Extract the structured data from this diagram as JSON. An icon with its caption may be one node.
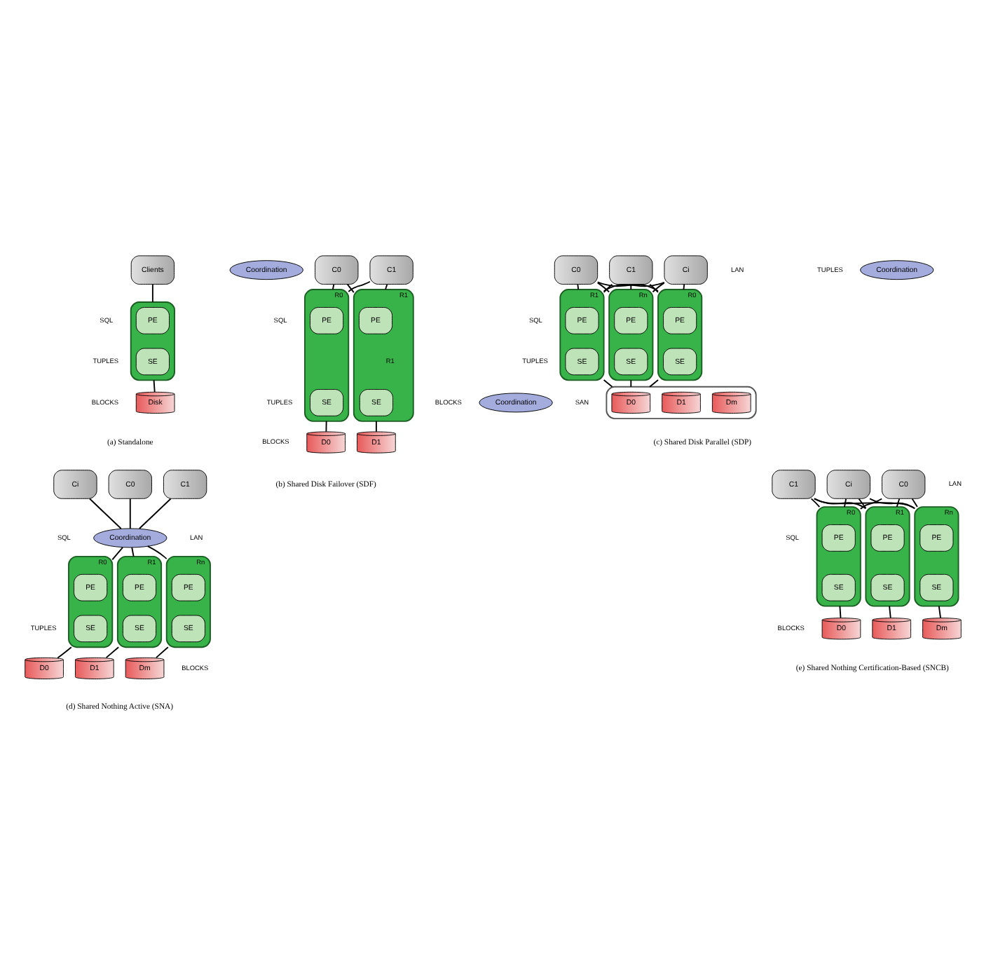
{
  "diagram": {
    "nodes": [
      {
        "text": [
          "Clients"
        ]
      },
      {
        "text": [],
        "shape": "box"
      },
      {
        "text": [
          "PE"
        ],
        "in": 1
      },
      {
        "text": [
          "SE"
        ],
        "in": 1
      },
      {
        "text": [
          "Disk"
        ]
      },
      {
        "text": [
          "C0"
        ]
      },
      {
        "text": [
          "C1"
        ]
      },
      {
        "text": [
          "R0"
        ]
      },
      {
        "text": [
          "PE"
        ],
        "in": 7
      },
      {
        "text": [
          "SE"
        ],
        "in": 7
      },
      {
        "text": [
          "R1"
        ]
      },
      {
        "text": [
          "PE"
        ],
        "in": 10
      },
      {
        "text": [
          "SE"
        ],
        "in": 10
      },
      {
        "text": [
          "Coordination"
        ]
      },
      {
        "text": [
          "D0"
        ]
      },
      {
        "text": [
          "D1"
        ]
      },
      {
        "text": [
          "C0"
        ]
      },
      {
        "text": [
          "C1"
        ]
      },
      {
        "text": [
          "Ci"
        ]
      },
      {
        "text": [
          "R0"
        ]
      },
      {
        "text": [
          "PE"
        ],
        "in": 19
      },
      {
        "text": [
          "SE"
        ],
        "in": 19
      },
      {
        "text": [
          "R1"
        ]
      },
      {
        "text": [
          "PE"
        ],
        "in": 22
      },
      {
        "text": [
          "SE"
        ],
        "in": 22
      },
      {
        "text": [
          "Rn"
        ]
      },
      {
        "text": [
          "PE"
        ],
        "in": 25
      },
      {
        "text": [
          "SE"
        ],
        "in": 25
      },
      {
        "text": [
          "Coordination"
        ]
      },
      {
        "text": [],
        "shape": "box"
      },
      {
        "text": [
          "D0"
        ],
        "in": 29
      },
      {
        "text": [
          "D1"
        ],
        "in": 29
      },
      {
        "text": [
          "Dm"
        ],
        "in": 29
      },
      {
        "text": [
          "C0"
        ]
      },
      {
        "text": [
          "C1"
        ]
      },
      {
        "text": [
          "Ci"
        ]
      },
      {
        "text": [
          "Coordination"
        ]
      },
      {
        "text": [
          "R0"
        ]
      },
      {
        "text": [
          "PE"
        ],
        "in": 37
      },
      {
        "text": [
          "SE"
        ],
        "in": 37
      },
      {
        "text": [
          "R1"
        ]
      },
      {
        "text": [
          "PE"
        ],
        "in": 40
      },
      {
        "text": [
          "SE"
        ],
        "in": 40
      },
      {
        "text": [
          "Rn"
        ]
      },
      {
        "text": [
          "PE"
        ],
        "in": 43
      },
      {
        "text": [
          "SE"
        ],
        "in": 43
      },
      {
        "text": [
          "D0"
        ]
      },
      {
        "text": [
          "D1"
        ]
      },
      {
        "text": [
          "Dm"
        ]
      },
      {
        "text": [
          "C0"
        ]
      },
      {
        "text": [
          "C1"
        ]
      },
      {
        "text": [
          "Ci"
        ]
      },
      {
        "text": [
          "R0"
        ]
      },
      {
        "text": [
          "PE"
        ],
        "in": 52
      },
      {
        "text": [
          "SE"
        ],
        "in": 52
      },
      {
        "text": [
          "R1"
        ]
      },
      {
        "text": [
          "PE"
        ],
        "in": 55
      },
      {
        "text": [
          "SE"
        ],
        "in": 55
      },
      {
        "text": [
          "Rn"
        ]
      },
      {
        "text": [
          "PE"
        ],
        "in": 58
      },
      {
        "text": [
          "SE"
        ],
        "in": 58
      },
      {
        "text": [
          "Coordination"
        ]
      },
      {
        "text": [
          "D0"
        ]
      },
      {
        "text": [
          "D1"
        ]
      },
      {
        "text": [
          "Dm"
        ]
      }
    ],
    "edges": [
      {
        "from": 0,
        "to": 1,
        "arrow": "none"
      },
      {
        "from": 1,
        "to": 4,
        "arrow": "none"
      },
      {
        "from": 5,
        "to": 7,
        "arrow": "none"
      },
      {
        "from": 5,
        "to": 10,
        "arrow": "none"
      },
      {
        "from": 6,
        "to": 7,
        "arrow": "none"
      },
      {
        "from": 6,
        "to": 10,
        "arrow": "none"
      },
      {
        "from": 7,
        "to": 14,
        "arrow": "none"
      },
      {
        "from": 10,
        "to": 15,
        "arrow": "none"
      },
      {
        "from": 16,
        "to": 19,
        "arrow": "none"
      },
      {
        "from": 16,
        "to": 22,
        "arrow": "none"
      },
      {
        "from": 16,
        "to": 25,
        "arrow": "none"
      },
      {
        "from": 17,
        "to": 19,
        "arrow": "none"
      },
      {
        "from": 17,
        "to": 22,
        "arrow": "none"
      },
      {
        "from": 17,
        "to": 25,
        "arrow": "none"
      },
      {
        "from": 18,
        "to": 19,
        "arrow": "none"
      },
      {
        "from": 18,
        "to": 22,
        "arrow": "none"
      },
      {
        "from": 18,
        "to": 25,
        "arrow": "none"
      },
      {
        "from": 19,
        "to": 29,
        "arrow": "none"
      },
      {
        "from": 22,
        "to": 29,
        "arrow": "none"
      },
      {
        "from": 25,
        "to": 29,
        "arrow": "none"
      },
      {
        "from": 33,
        "to": 36,
        "arrow": "none"
      },
      {
        "from": 34,
        "to": 36,
        "arrow": "none"
      },
      {
        "from": 35,
        "to": 36,
        "arrow": "none"
      },
      {
        "from": 36,
        "to": 37,
        "arrow": "none"
      },
      {
        "from": 36,
        "to": 40,
        "arrow": "none"
      },
      {
        "from": 36,
        "to": 43,
        "arrow": "none"
      },
      {
        "from": 37,
        "to": 46,
        "arrow": "none"
      },
      {
        "from": 40,
        "to": 47,
        "arrow": "none"
      },
      {
        "from": 43,
        "to": 48,
        "arrow": "none"
      },
      {
        "from": 49,
        "to": 52,
        "arrow": "none"
      },
      {
        "from": 49,
        "to": 55,
        "arrow": "none"
      },
      {
        "from": 49,
        "to": 58,
        "arrow": "none"
      },
      {
        "from": 50,
        "to": 52,
        "arrow": "none"
      },
      {
        "from": 50,
        "to": 55,
        "arrow": "none"
      },
      {
        "from": 50,
        "to": 58,
        "arrow": "none"
      },
      {
        "from": 51,
        "to": 52,
        "arrow": "none"
      },
      {
        "from": 51,
        "to": 55,
        "arrow": "none"
      },
      {
        "from": 51,
        "to": 58,
        "arrow": "none"
      },
      {
        "from": 52,
        "to": 62,
        "arrow": "none"
      },
      {
        "from": 55,
        "to": 63,
        "arrow": "none"
      },
      {
        "from": 58,
        "to": 64,
        "arrow": "none"
      }
    ],
    "labels": [
      "SQL",
      "TUPLES",
      "BLOCKS",
      "SQL",
      "TUPLES",
      "R1",
      "BLOCKS",
      "LAN",
      "SQL",
      "TUPLES",
      "BLOCKS",
      "SAN",
      "(a) Standalone",
      "(b) Shared Disk Failover (SDF)",
      "(c) Shared Disk Parallel (SDP)",
      "SQL",
      "LAN",
      "TUPLES",
      "BLOCKS",
      "LAN",
      "SQL",
      "TUPLES",
      "BLOCKS",
      "(d) Shared Nothing Active (SNA)",
      "(e) Shared Nothing Certification-Based (SNCB)"
    ]
  }
}
